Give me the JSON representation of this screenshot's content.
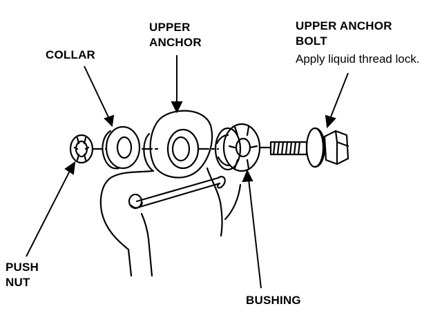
{
  "labels": {
    "collar": "COLLAR",
    "upper_anchor_line1": "UPPER",
    "upper_anchor_line2": "ANCHOR",
    "upper_anchor_bolt_line1": "UPPER ANCHOR",
    "upper_anchor_bolt_line2": "BOLT",
    "bolt_note": "Apply liquid thread lock.",
    "push_nut_line1": "PUSH",
    "push_nut_line2": "NUT",
    "bushing": "BUSHING"
  },
  "colors": {
    "ink": "#000000",
    "paper": "#ffffff"
  }
}
